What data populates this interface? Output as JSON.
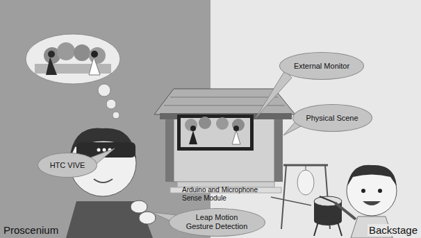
{
  "diagram": {
    "nodes": [
      {
        "text": [
          "External Monitor"
        ]
      },
      {
        "text": [
          "Physical Scene"
        ]
      },
      {
        "text": [
          "HTC VIVE"
        ]
      },
      {
        "text": [
          "Leap Motion Gesture Detection"
        ]
      }
    ],
    "labels": [
      "Arduino and Microphone Sense Module",
      "Proscenium",
      "Backstage"
    ]
  }
}
